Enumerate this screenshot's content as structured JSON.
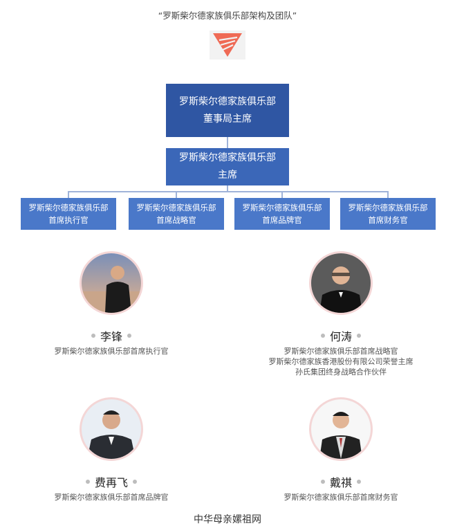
{
  "title": "“罗斯柴尔德家族俱乐部架构及团队”",
  "logo": {
    "icon": "brand-logo-icon",
    "colors": [
      "#ef6a55",
      "#f2f2f2"
    ]
  },
  "org_chart": {
    "top": {
      "line1": "罗斯柴尔德家族俱乐部",
      "line2": "董事局主席"
    },
    "mid": {
      "line1": "罗斯柴尔德家族俱乐部",
      "line2": "主席"
    },
    "branches": [
      {
        "line1": "罗斯柴尔德家族俱乐部",
        "line2": "首席执行官"
      },
      {
        "line1": "罗斯柴尔德家族俱乐部",
        "line2": "首席战略官"
      },
      {
        "line1": "罗斯柴尔德家族俱乐部",
        "line2": "首席品牌官"
      },
      {
        "line1": "罗斯柴尔德家族俱乐部",
        "line2": "首席财务官"
      }
    ],
    "colors": {
      "top": "#2f56a3",
      "mid": "#3b67b8",
      "branch": "#4a78c9",
      "connector": "#9fb3d9"
    }
  },
  "team": [
    {
      "name": "李锋",
      "desc": [
        "罗斯柴尔德家族俱乐部首席执行官"
      ]
    },
    {
      "name": "何涛",
      "desc": [
        "罗斯柴尔德家族俱乐部首席战略官",
        "罗斯柴尔德家族香港股份有限公司荣誉主席",
        "孙氏集团终身战略合作伙伴"
      ]
    },
    {
      "name": "费再飞",
      "desc": [
        "罗斯柴尔德家族俱乐部首席品牌官"
      ]
    },
    {
      "name": "戴祺",
      "desc": [
        "罗斯柴尔德家族俱乐部首席财务官"
      ]
    }
  ],
  "footer": "中华母亲嫘祖网"
}
